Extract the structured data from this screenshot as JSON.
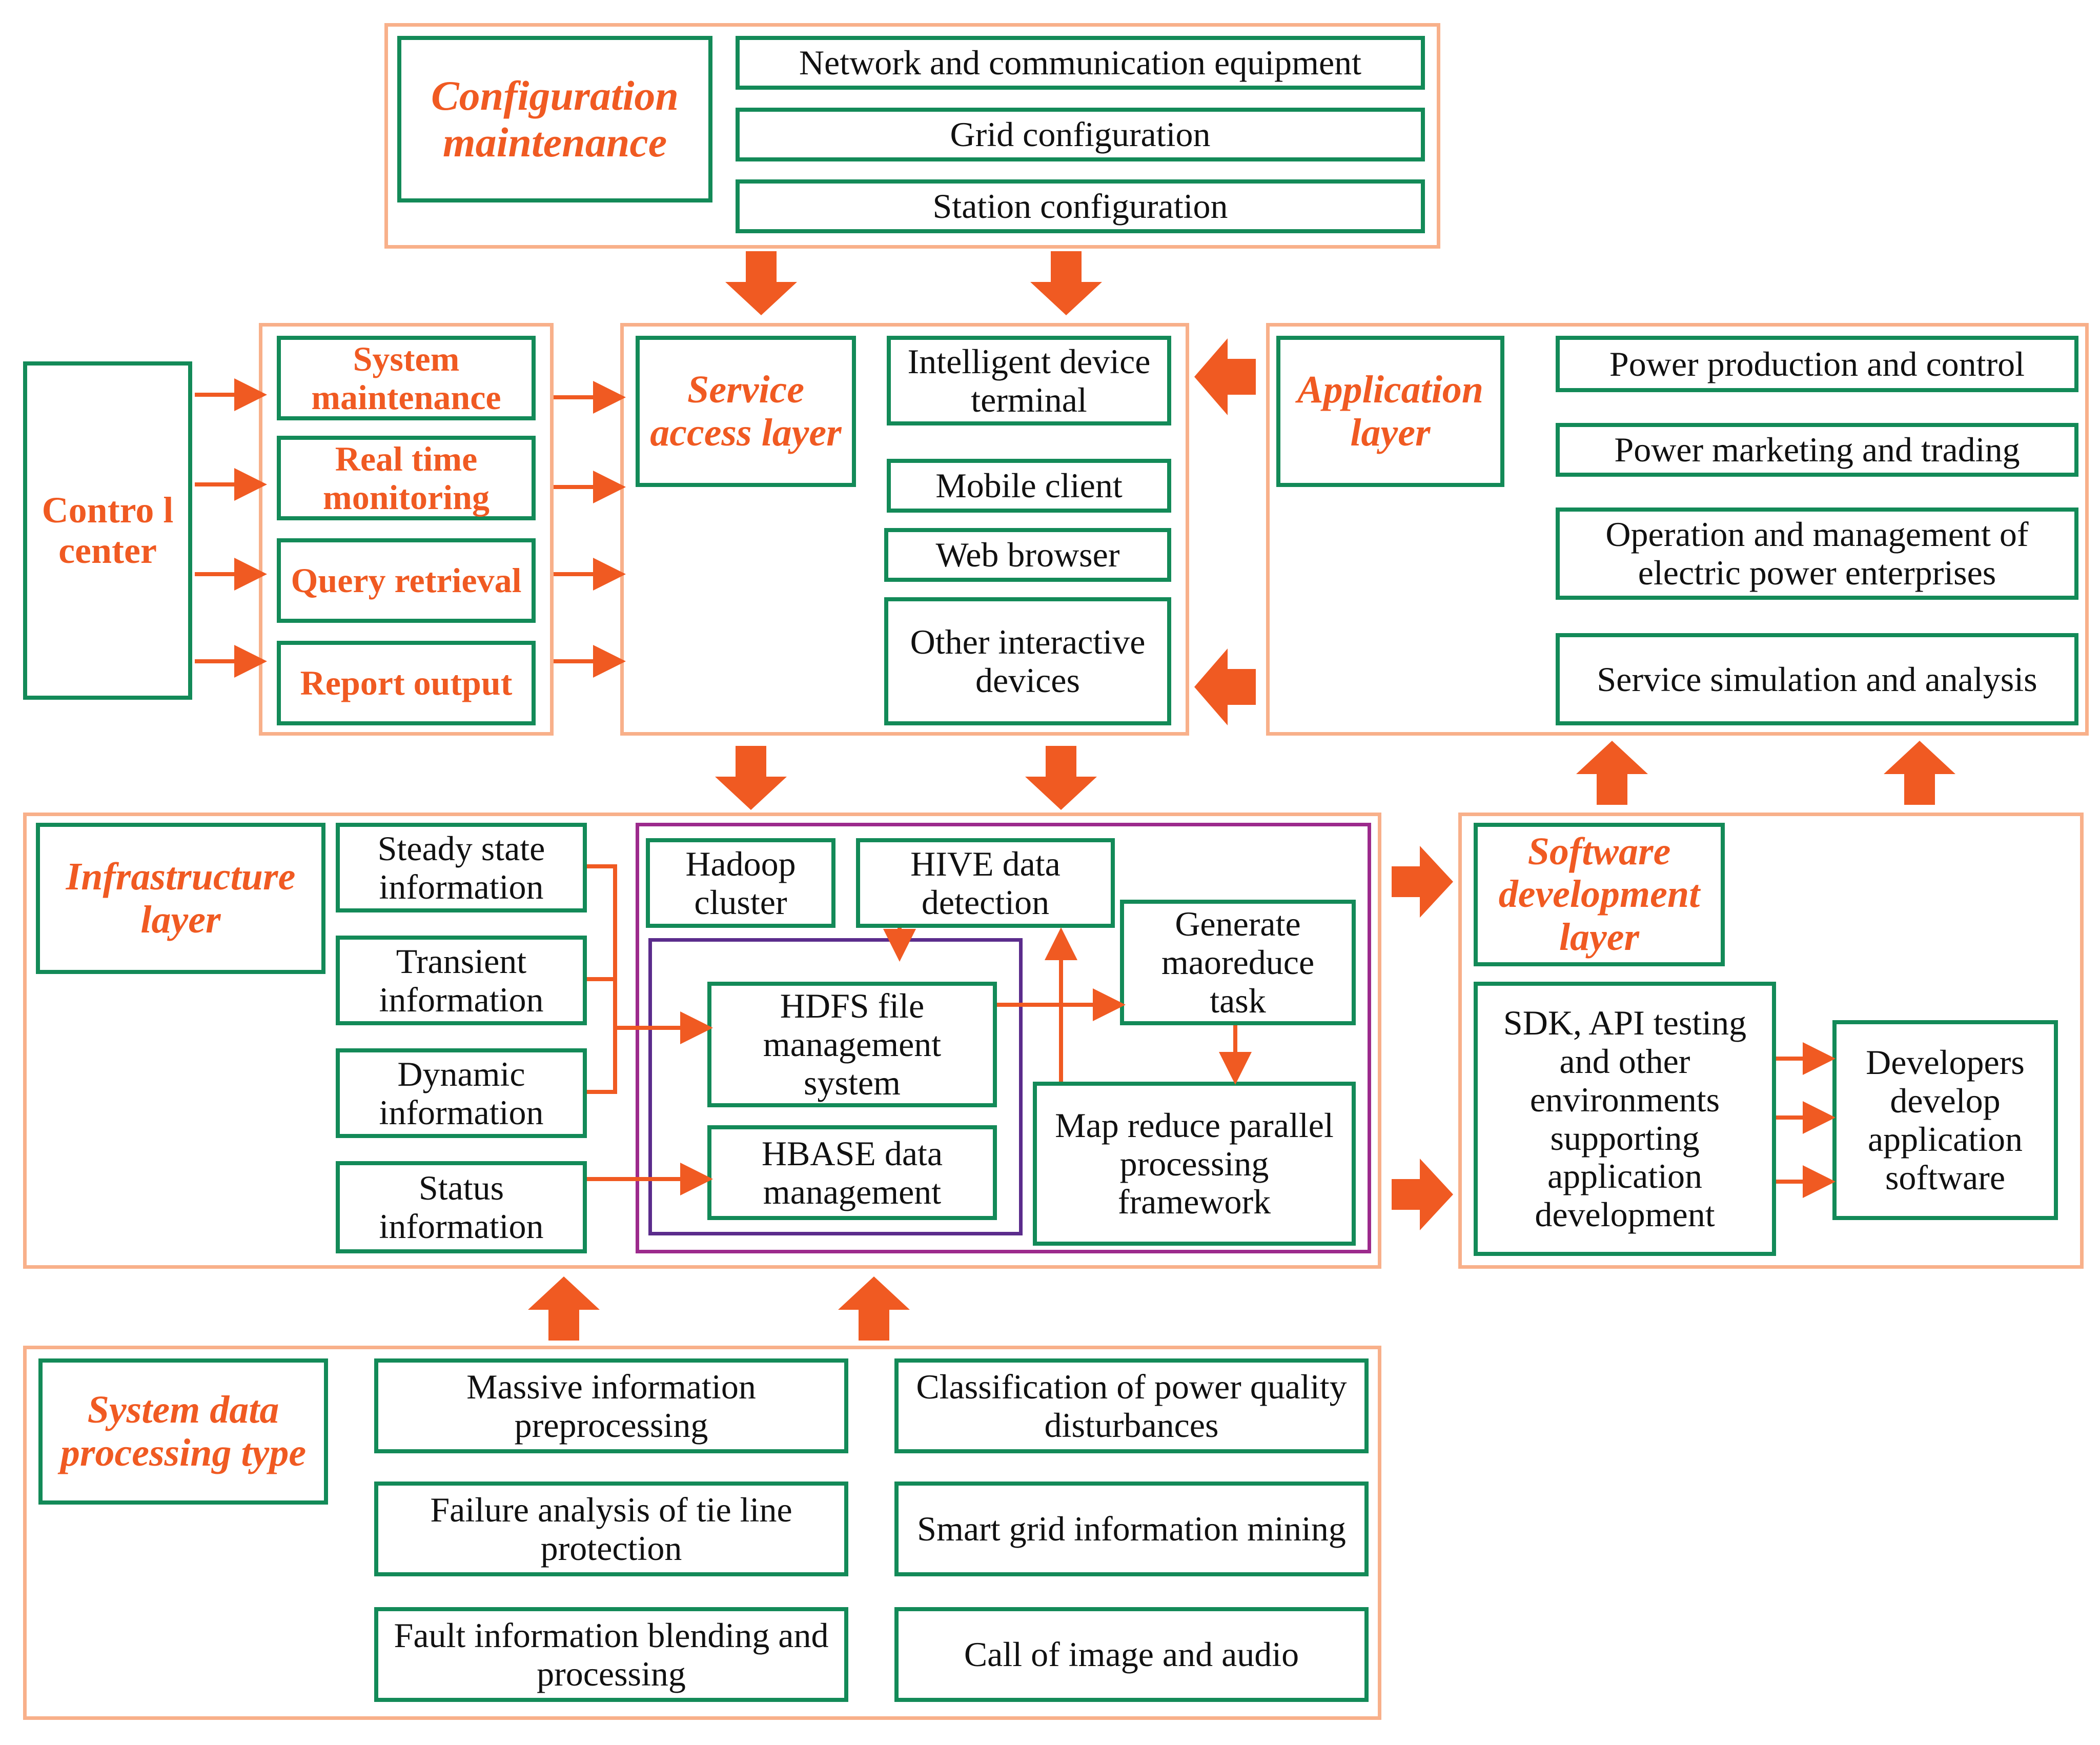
{
  "configuration": {
    "title": "Configuration maintenance",
    "items": [
      "Network and communication equipment",
      "Grid configuration",
      "Station configuration"
    ]
  },
  "control_center": {
    "title": "Contro l center"
  },
  "control_items": [
    "System maintenance",
    "Real time monitoring",
    "Query retrieval",
    "Report output"
  ],
  "service_access": {
    "title": "Service access layer",
    "items": [
      "Intelligent device terminal",
      "Mobile client",
      "Web browser",
      "Other interactive devices"
    ]
  },
  "application": {
    "title": "Application layer",
    "items": [
      "Power production and control",
      "Power marketing and trading",
      "Operation and management of electric power enterprises",
      "Service simulation and analysis"
    ]
  },
  "infrastructure": {
    "title": "Infrastructure layer",
    "info_items": [
      "Steady state information",
      "Transient information",
      "Dynamic information",
      "Status information"
    ],
    "hadoop": "Hadoop cluster",
    "hive": "HIVE data detection",
    "hdfs": "HDFS file management system",
    "hbase": "HBASE data management",
    "generate": "Generate maoreduce task",
    "mapreduce": "Map reduce parallel processing framework"
  },
  "software_dev": {
    "title": "Software development layer",
    "sdk": "SDK, API testing and other environments supporting application development",
    "developers": "Developers develop application software"
  },
  "system_data": {
    "title": "System data processing type",
    "items": [
      "Massive information preprocessing",
      "Classification of power quality disturbances",
      "Failure analysis of tie line protection",
      "Smart grid information mining",
      "Fault information blending and processing",
      "Call of image and audio"
    ]
  },
  "colors": {
    "orange": "#f05a22",
    "green": "#138a58",
    "outline": "#f8b08a",
    "purple": "#9c2a8c"
  }
}
